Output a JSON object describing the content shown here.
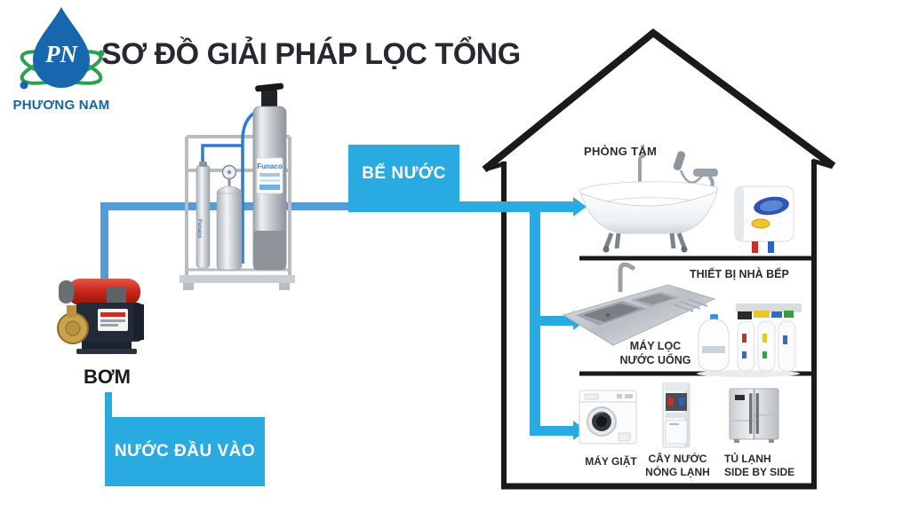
{
  "brand": {
    "initials": "PN",
    "name": "PHƯƠNG NAM"
  },
  "title": "SƠ ĐỒ GIẢI PHÁP LỌC TỔNG",
  "flow": {
    "input_box": "NƯỚC ĐẦU VÀO",
    "pump": "BƠM",
    "tank_box": "BỂ NƯỚC"
  },
  "filter_unit_brand": "Funaco",
  "house": {
    "bathroom": {
      "label": "PHÒNG TẮM"
    },
    "kitchen": {
      "label": "THIẾT BỊ NHÀ BẾP",
      "filter_line1": "MÁY LỌC",
      "filter_line2": "NƯỚC UỐNG"
    },
    "utility": {
      "washer_label": "MÁY GIẶT",
      "dispenser_line1": "CÂY NƯỚC",
      "dispenser_line2": "NÓNG LẠNH",
      "fridge_line1": "TỦ LẠNH",
      "fridge_line2": "SIDE BY SIDE"
    }
  },
  "colors": {
    "pipe_bright": "#29ABE2",
    "pipe_muted": "#549BD8",
    "box_blue": "#29ABE2",
    "house_outline": "#1a1a1a",
    "title_color": "#282832",
    "label_dark": "#2b2b2b",
    "logo_blue": "#1767AE",
    "logo_green": "#2E9E50",
    "brand_text": "#15679B"
  }
}
